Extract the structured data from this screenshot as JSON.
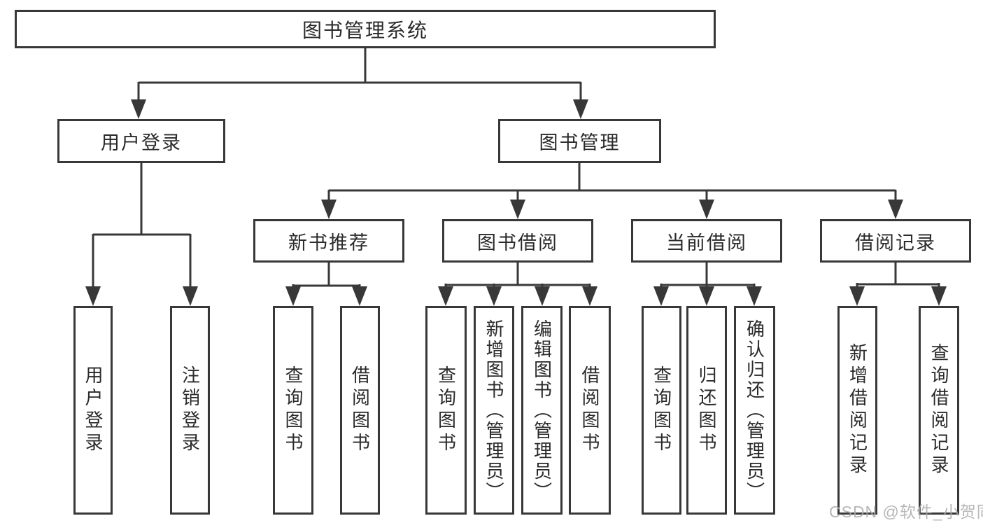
{
  "colors": {
    "line": "#383838",
    "text": "#2a2a2a",
    "watermark": "#ababab",
    "background": "#ffffff"
  },
  "tree": {
    "root": {
      "label": "图书管理系统"
    },
    "level2": [
      {
        "label": "用户登录"
      },
      {
        "label": "图书管理"
      }
    ],
    "level3": [
      {
        "label": "新书推荐"
      },
      {
        "label": "图书借阅"
      },
      {
        "label": "当前借阅"
      },
      {
        "label": "借阅记录"
      }
    ],
    "leaves": {
      "user_login": [
        {
          "label": "用户登录"
        },
        {
          "label": "注销登录"
        }
      ],
      "new_book": [
        {
          "label": "查询图书"
        },
        {
          "label": "借阅图书"
        }
      ],
      "book_borrow": [
        {
          "label": "查询图书"
        },
        {
          "label": "新增图书（管理员）"
        },
        {
          "label": "编辑图书（管理员）"
        },
        {
          "label": "借阅图书"
        }
      ],
      "current_borrow": [
        {
          "label": "查询图书"
        },
        {
          "label": "归还图书"
        },
        {
          "label": "确认归还（管理员）"
        }
      ],
      "borrow_record": [
        {
          "label": "新增借阅记录"
        },
        {
          "label": "查询借阅记录"
        }
      ]
    }
  },
  "watermark": {
    "text": "CSDN @软件_小贺同学"
  }
}
